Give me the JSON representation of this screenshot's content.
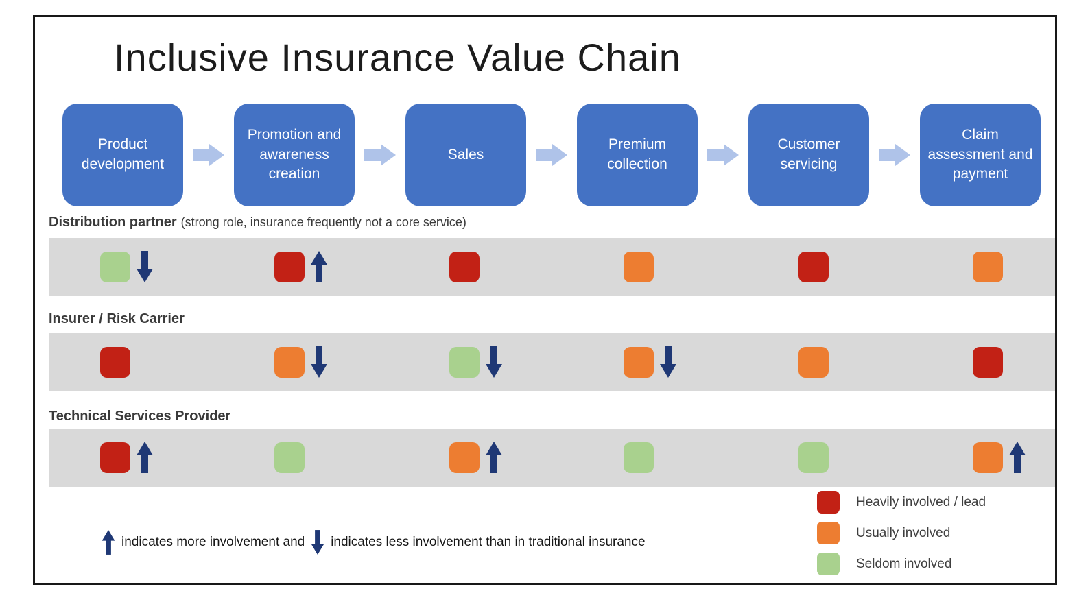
{
  "title": "Inclusive Insurance Value Chain",
  "colors": {
    "heavy": "#C22115",
    "usual": "#ED7D31",
    "seldom": "#A9D18E",
    "chain_box": "#4472C4",
    "chain_arrow": "#AFC3E9",
    "trend_arrow": "#1F3875",
    "band_bg": "#D9D9D9"
  },
  "chain": {
    "steps": [
      "Product development",
      "Promotion and awareness creation",
      "Sales",
      "Premium collection",
      "Customer servicing",
      "Claim assessment and payment"
    ]
  },
  "rows": [
    {
      "label": "Distribution partner",
      "note": "(strong role, insurance frequently not a core service)",
      "cells": [
        {
          "level": "seldom",
          "trend": "down"
        },
        {
          "level": "heavy",
          "trend": "up"
        },
        {
          "level": "heavy",
          "trend": ""
        },
        {
          "level": "usual",
          "trend": ""
        },
        {
          "level": "heavy",
          "trend": ""
        },
        {
          "level": "usual",
          "trend": ""
        }
      ]
    },
    {
      "label": "Insurer / Risk Carrier",
      "note": "",
      "cells": [
        {
          "level": "heavy",
          "trend": ""
        },
        {
          "level": "usual",
          "trend": "down"
        },
        {
          "level": "seldom",
          "trend": "down"
        },
        {
          "level": "usual",
          "trend": "down"
        },
        {
          "level": "usual",
          "trend": ""
        },
        {
          "level": "heavy",
          "trend": ""
        }
      ]
    },
    {
      "label": "Technical Services Provider",
      "note": "",
      "cells": [
        {
          "level": "heavy",
          "trend": "up"
        },
        {
          "level": "seldom",
          "trend": ""
        },
        {
          "level": "usual",
          "trend": "up"
        },
        {
          "level": "seldom",
          "trend": ""
        },
        {
          "level": "seldom",
          "trend": ""
        },
        {
          "level": "usual",
          "trend": "up"
        }
      ]
    }
  ],
  "legend": {
    "items": [
      {
        "level": "heavy",
        "label": "Heavily involved / lead"
      },
      {
        "level": "usual",
        "label": "Usually involved"
      },
      {
        "level": "seldom",
        "label": "Seldom involved"
      }
    ]
  },
  "footnote": {
    "more_text": "indicates more involvement and",
    "less_text": "indicates less involvement than in traditional insurance"
  }
}
